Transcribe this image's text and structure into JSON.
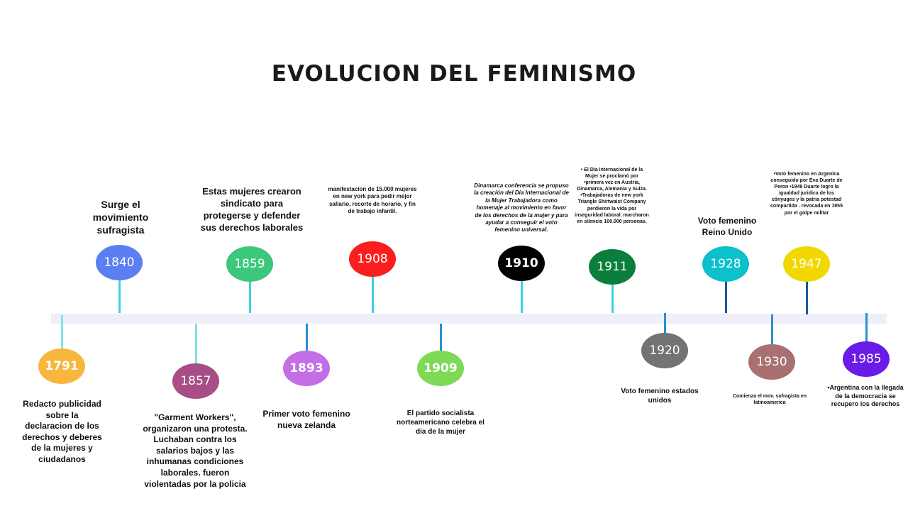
{
  "title": "EVOLUCION DEL FEMINISMO",
  "events": [
    {
      "year": "1791",
      "color": "#f7b73e",
      "text": "Redacto publicidad sobre la declaracion de los derechos y deberes de la mujeres y ciudadanos"
    },
    {
      "year": "1840",
      "color": "#5b7ff0",
      "text": "Surge el movimiento sufragista"
    },
    {
      "year": "1857",
      "color": "#a84d86",
      "text": "\"Garment Workers\", organizaron una protesta. Luchaban contra los salarios bajos y las inhumanas condiciones laborales. fueron violentadas por la policia"
    },
    {
      "year": "1859",
      "color": "#3cc87a",
      "text": "Estas mujeres crearon sindicato para protegerse y defender sus derechos laborales"
    },
    {
      "year": "1893",
      "color": "#c36ee6",
      "text": "Primer voto femenino nueva zelanda"
    },
    {
      "year": "1908",
      "color": "#fb1e1e",
      "text": "manifestacion de 15.000 mujeres en new york para pedir mejor sallario, recorte de horario, y fin de trabajo infantil."
    },
    {
      "year": "1909",
      "color": "#7ed957",
      "text": "El partido socialista norteamericano celebra el dia de la mujer"
    },
    {
      "year": "1910",
      "color": "#000000",
      "text": "Dinamarca conferencia se propuso la creación del Día Internacional de la Mujer Trabajadora como homenaje al movimiento en favor de los derechos de la mujer y para ayudar a conseguir el voto femenino universal."
    },
    {
      "year": "1911",
      "color": "#0a7e3a",
      "text": "• El Día Internacional de la Mujer se proclamó por •primera vez en Austria, Dinamarca, Alemania y Suiza. •Trabajadoras de new york Triangle Shirtwaist Company perdieron la vida por inseguridad laboral. marcharon en silencio 100.000 personas."
    },
    {
      "year": "1920",
      "color": "#737373",
      "text": "Voto femenino estados unidos"
    },
    {
      "year": "1928",
      "color": "#0cc0cc",
      "text": "Voto femenino Reino Unido"
    },
    {
      "year": "1930",
      "color": "#a87070",
      "text": "Comienza el mov. sufragista en latinoamerica"
    },
    {
      "year": "1947",
      "color": "#f2d800",
      "text": "•Voto femenino en Argenina conseguido por Eva Duarte de Peron •1949 Duarte logro la igualdad juridica de los cónyuges y la patria potestad compartida . revocada en 1955 por el golpe militar"
    },
    {
      "year": "1985",
      "color": "#6a1be8",
      "text": "•Argentina con la llegada de la democracia se recupero los derechos"
    }
  ]
}
